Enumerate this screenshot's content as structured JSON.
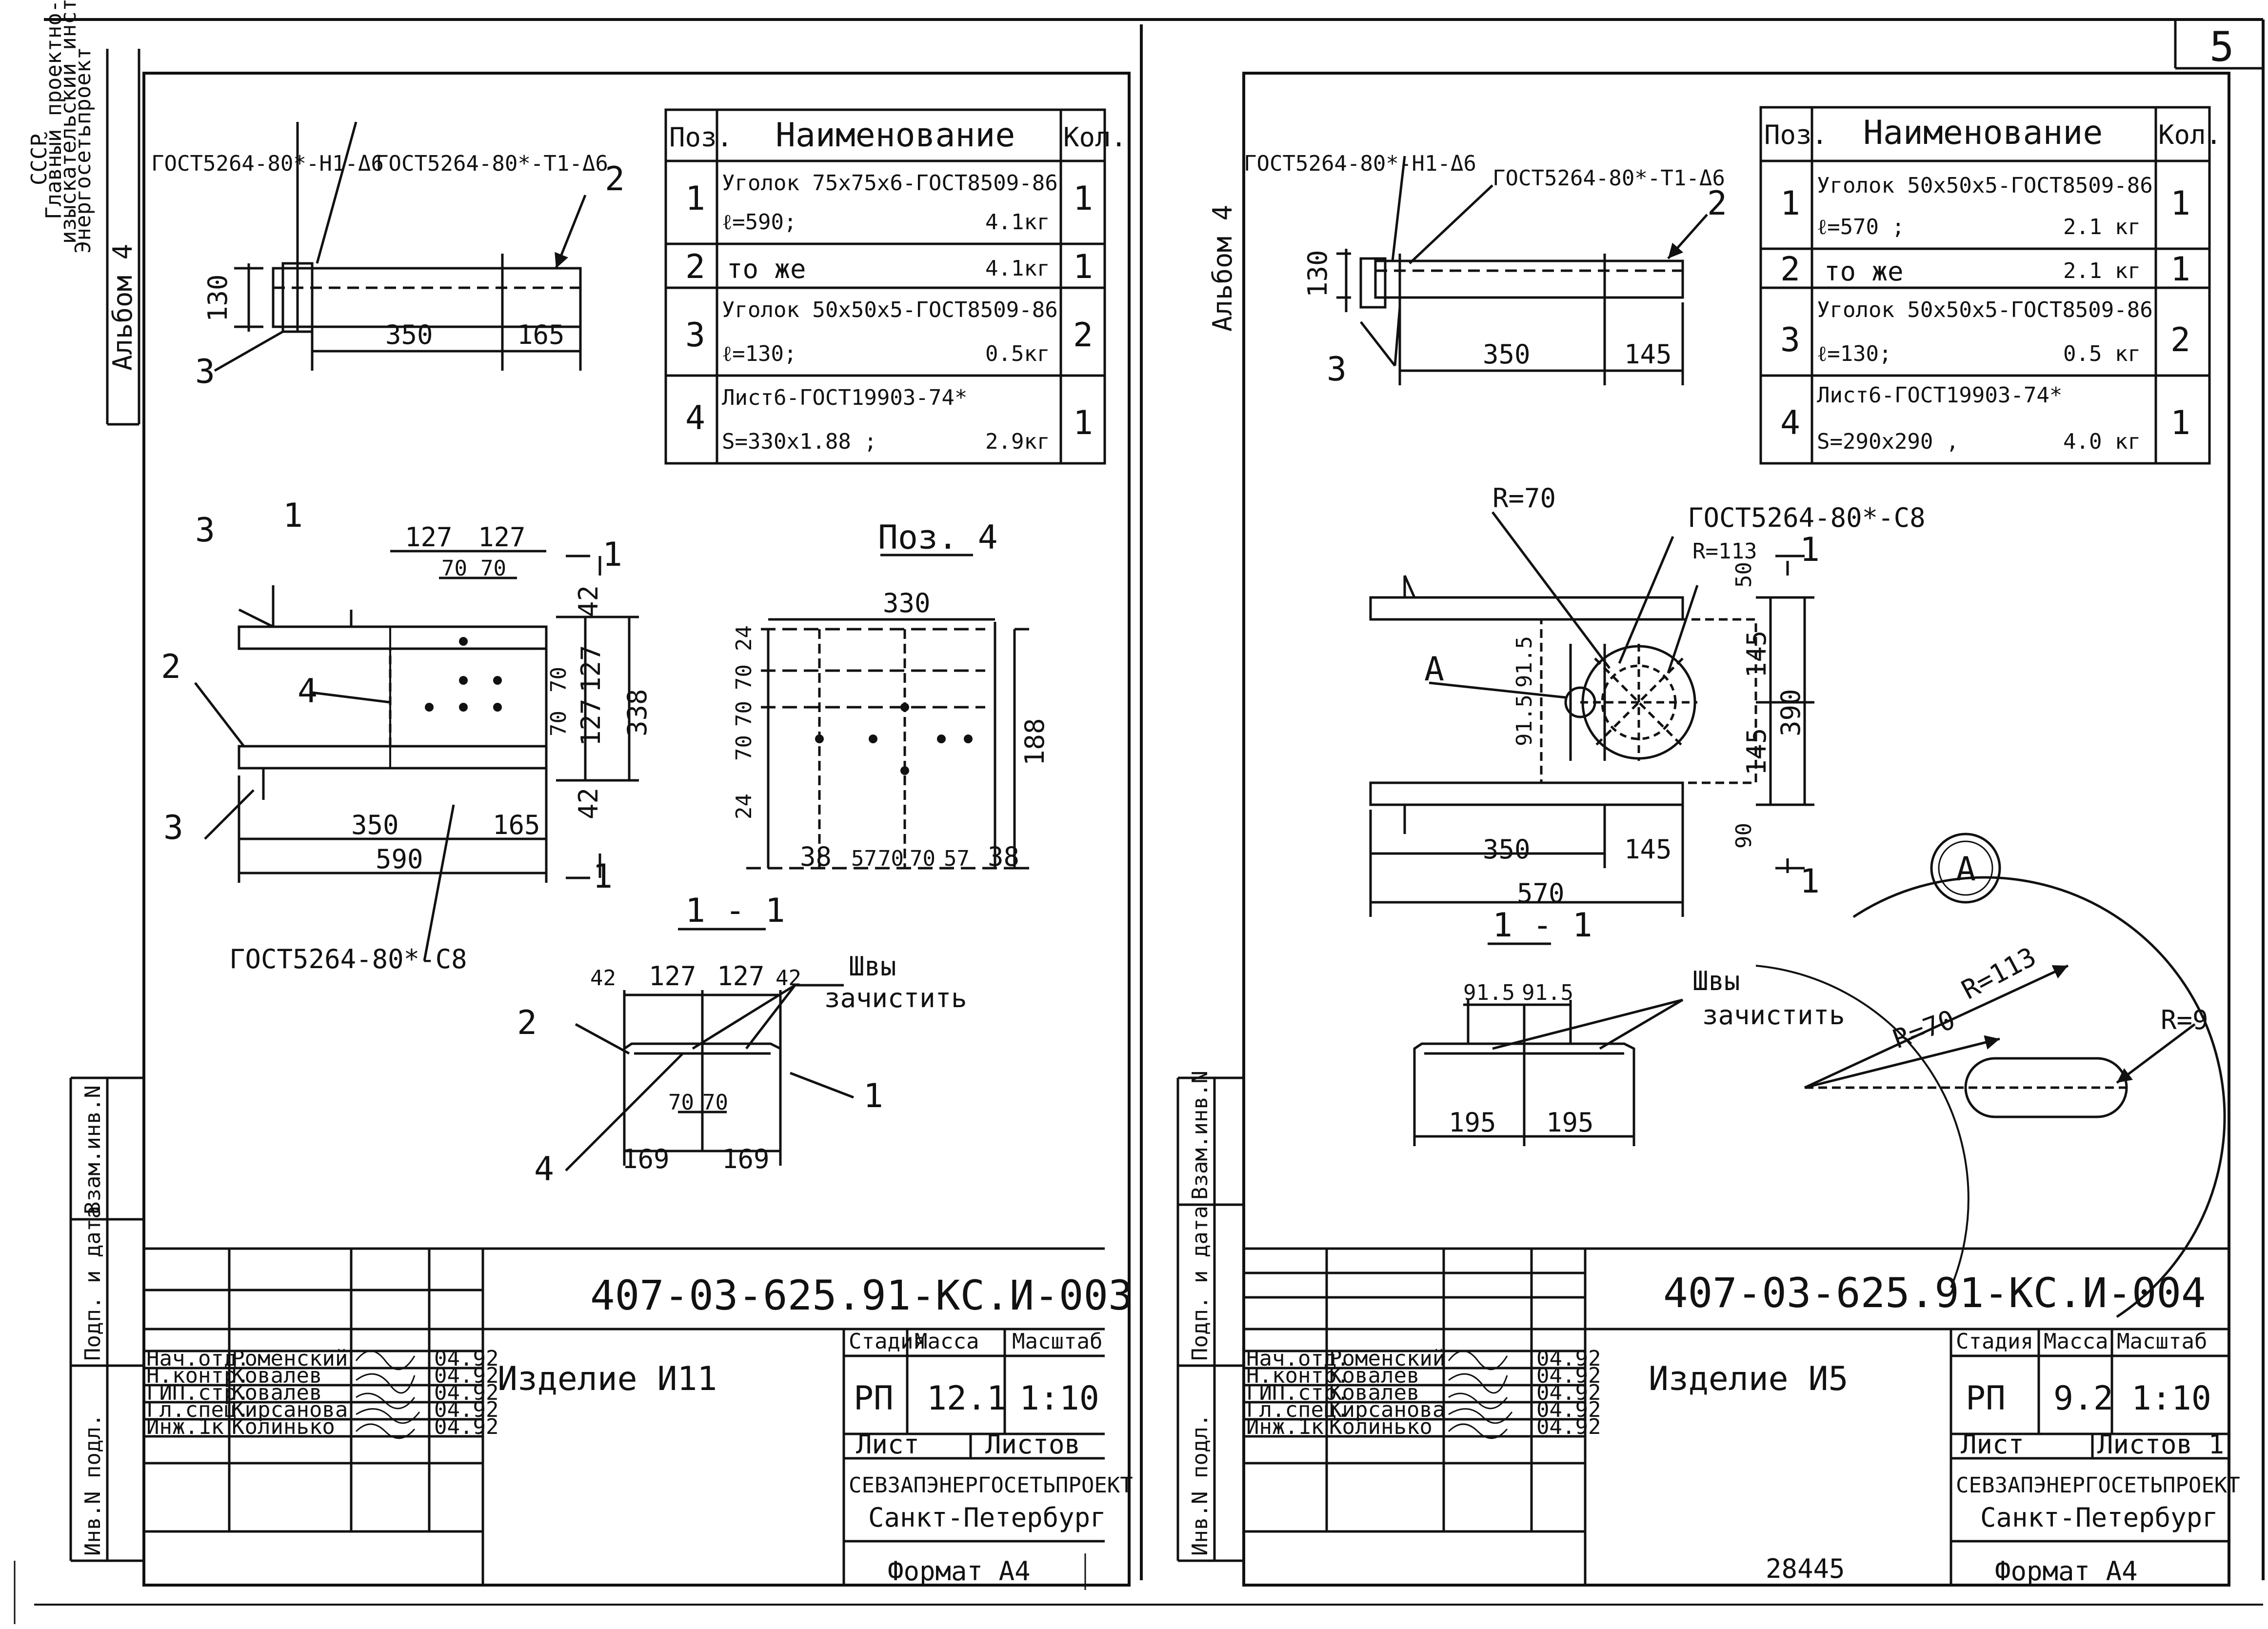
{
  "page_number": "5",
  "left": {
    "side_top": [
      "СССР",
      "Главный проектно-",
      "изыскательский институт",
      "Энергосетьпроект",
      "Альбом 4",
      "Альбом 4 Энергосетьпроект"
    ],
    "side_top_short": "Альбом 4",
    "side_labels": [
      "Инв.N подл.",
      "Подп. и дата",
      "Взам.инв.N"
    ],
    "callouts": {
      "weld_n1": "ГОСТ5264-80*-Н1-Δ6",
      "weld_t1": "ГОСТ5264-80*-Т1-Δ6",
      "weld_c8": "ГОСТ5264-80*-С8",
      "p1": "1",
      "p2": "2",
      "p3": "3",
      "p4": "4"
    },
    "dims": {
      "h130": "130",
      "d350": "350",
      "d165": "165",
      "d590": "590",
      "d127": "127",
      "d70": "70",
      "d42": "42",
      "d338": "338",
      "d330": "330",
      "d188": "188",
      "d24": "24",
      "d38": "38",
      "d57": "57",
      "d169": "169"
    },
    "section_mark": "1",
    "pos4_title": "Поз. 4",
    "section_title": "1 - 1",
    "welds_note": [
      "Швы",
      "зачистить"
    ],
    "spec": {
      "headers": [
        "Поз.",
        "Наименование",
        "Кол."
      ],
      "rows": [
        {
          "pos": "1",
          "name": "Уголок 75х75х6-ГОСТ8509-86",
          "detail": "ℓ=590;",
          "mass": "4.1кг",
          "qty": "1"
        },
        {
          "pos": "2",
          "name": "то же",
          "detail": "",
          "mass": "4.1кг",
          "qty": "1"
        },
        {
          "pos": "3",
          "name": "Уголок 50х50х5-ГОСТ8509-86",
          "detail": "ℓ=130;",
          "mass": "0.5кг",
          "qty": "2"
        },
        {
          "pos": "4",
          "name": "Лист6-ГОСТ19903-74*",
          "detail": "S=330х1.88 ;",
          "mass": "2.9кг",
          "qty": "1"
        }
      ]
    },
    "title_block": {
      "doc_code": "407-03-625.91-КС.И-003",
      "item_name": "Изделие И11",
      "stage_label": "Стадия",
      "mass_label": "Масса",
      "scale_label": "Масштаб",
      "stage": "РП",
      "mass": "12.1",
      "scale": "1:10",
      "sheet_label": "Лист",
      "sheets_label": "Листов",
      "org": "СЕВЗАПЭНЕРГОСЕТЬПРОЕКТ",
      "city": "Санкт-Петербург",
      "people": [
        {
          "role": "Нач.отд.",
          "name": "Роменский",
          "date": "04.92"
        },
        {
          "role": "Н.контр.",
          "name": "Ковалев",
          "date": "04.92"
        },
        {
          "role": "ГИП.стр.",
          "name": "Ковалев",
          "date": "04.92"
        },
        {
          "role": "Гл.спец.",
          "name": "Кирсанова",
          "date": "04.92"
        },
        {
          "role": "Инж.1к",
          "name": "Колинько",
          "date": "04.92"
        }
      ],
      "format": "Формат А4"
    }
  },
  "right": {
    "side_top": "Альбом 4",
    "side_labels": [
      "Инв.N подл.",
      "Подп. и дата",
      "Взам.инв.N"
    ],
    "callouts": {
      "weld_n1": "ГОСТ5264-80*-Н1-Δ6",
      "weld_t1": "ГОСТ5264-80*-Т1-Δ6",
      "weld_c8": "ГОСТ5264-80*-С8",
      "p2": "2",
      "p3": "3",
      "detail_a": "А",
      "r70": "R=70",
      "r113": "R=113",
      "r9": "R=9"
    },
    "dims": {
      "h130": "130",
      "d350": "350",
      "d145": "145",
      "d570": "570",
      "d50": "50",
      "d90": "90",
      "d390": "390",
      "d91_5": "91.5",
      "d195": "195"
    },
    "section_mark": "1",
    "section_title": "1 - 1",
    "welds_note": [
      "Швы",
      "зачистить"
    ],
    "spec": {
      "headers": [
        "Поз.",
        "Наименование",
        "Кол."
      ],
      "rows": [
        {
          "pos": "1",
          "name": "Уголок 50х50х5-ГОСТ8509-86",
          "detail": "ℓ=570 ;",
          "mass": "2.1 кг",
          "qty": "1"
        },
        {
          "pos": "2",
          "name": "то же",
          "detail": "",
          "mass": "2.1 кг",
          "qty": "1"
        },
        {
          "pos": "3",
          "name": "Уголок 50х50х5-ГОСТ8509-86",
          "detail": "ℓ=130;",
          "mass": "0.5 кг",
          "qty": "2"
        },
        {
          "pos": "4",
          "name": "Лист6-ГОСТ19903-74*",
          "detail": "S=290х290 ,",
          "mass": "4.0 кг",
          "qty": "1"
        }
      ]
    },
    "title_block": {
      "doc_code": "407-03-625.91-КС.И-004",
      "item_name": "Изделие И5",
      "stage_label": "Стадия",
      "mass_label": "Масса",
      "scale_label": "Масштаб",
      "stage": "РП",
      "mass": "9.2",
      "scale": "1:10",
      "sheet_label": "Лист",
      "sheets_label": "Листов 1",
      "org": "СЕВЗАПЭНЕРГОСЕТЬПРОЕКТ",
      "city": "Санкт-Петербург",
      "people": [
        {
          "role": "Нач.отд.",
          "name": "Роменский",
          "date": "04.92"
        },
        {
          "role": "Н.контр.",
          "name": "Ковалев",
          "date": "04.92"
        },
        {
          "role": "ГИП.стр.",
          "name": "Ковалев",
          "date": "04.92"
        },
        {
          "role": "Гл.спец.",
          "name": "Кирсанова",
          "date": "04.92"
        },
        {
          "role": "Инж.1к",
          "name": "Колинько",
          "date": "04.92"
        }
      ],
      "format": "Формат А4",
      "archive_no": "28445"
    }
  }
}
